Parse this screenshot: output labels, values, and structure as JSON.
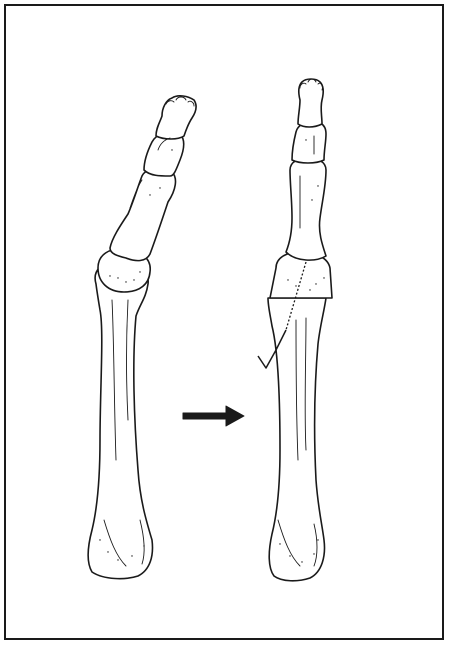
{
  "figure": {
    "panels": [
      {
        "id": "before",
        "depiction": "toe-bones-deviated"
      },
      {
        "id": "after",
        "depiction": "toe-bones-corrected-with-wire"
      }
    ],
    "arrow": {
      "direction": "right"
    },
    "colors": {
      "line": "#1a1a1a",
      "background": "#ffffff",
      "frame": "#1a1a1a"
    }
  }
}
